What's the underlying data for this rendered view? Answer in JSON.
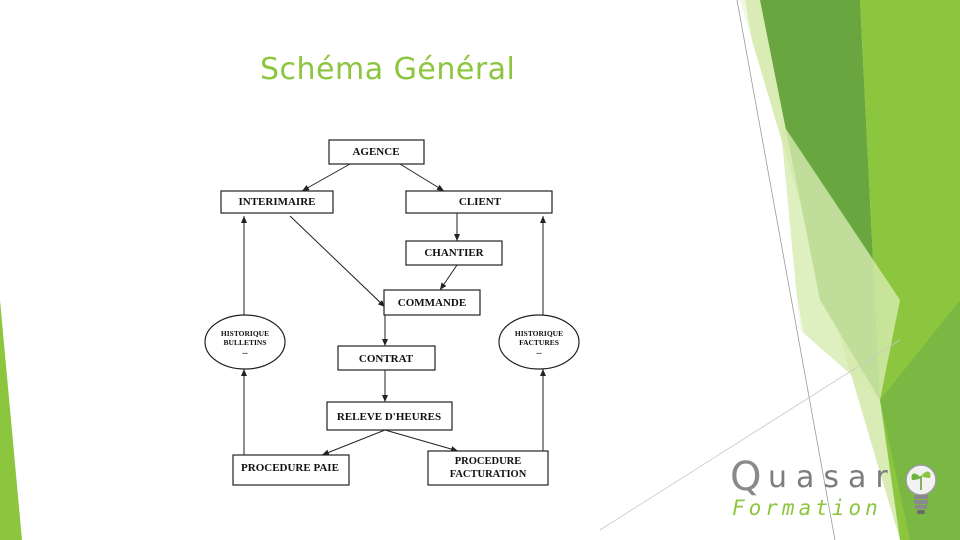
{
  "slide": {
    "title": "Schéma Général"
  },
  "theme": {
    "accent": "#8cc63f",
    "dark_green": "#4e8f25",
    "text": "#111111"
  },
  "diagram": {
    "nodes": {
      "agence": "AGENCE",
      "interimaire": "INTERIMAIRE",
      "client": "CLIENT",
      "chantier": "CHANTIER",
      "commande": "COMMANDE",
      "contrat": "CONTRAT",
      "releve": "RELEVE D'HEURES",
      "paie": "PROCEDURE PAIE",
      "facturation_1": "PROCEDURE",
      "facturation_2": "FACTURATION"
    },
    "ellipses": {
      "bulletins": [
        "HISTORIQUE",
        "BULLETINS",
        "..."
      ],
      "factures": [
        "HISTORIQUE",
        "FACTURES",
        "..."
      ]
    }
  },
  "logo": {
    "q": "Q",
    "uasar": "uasar",
    "formation": "Formation"
  }
}
